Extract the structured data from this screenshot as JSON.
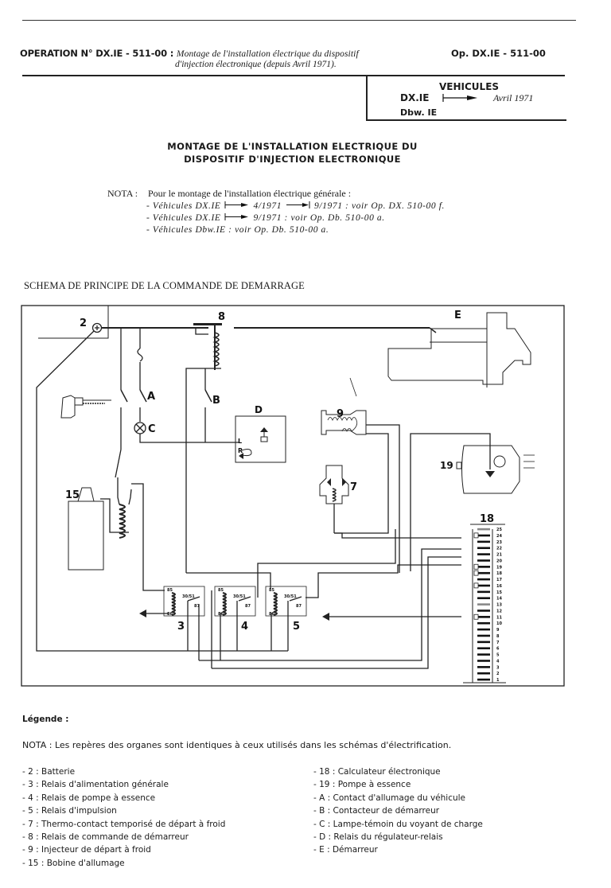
{
  "header": {
    "operation_label": "OPERATION N° DX.IE - 511-00 :",
    "operation_desc_line1": "Montage de l'installation électrique du dispositif",
    "operation_desc_line2": "d'injection électronique (depuis Avril 1971).",
    "op_code": "Op. DX.IE - 511-00"
  },
  "vehicles": {
    "title": "VEHICULES",
    "rows": [
      {
        "model": "DX.IE",
        "date": "Avril 1971"
      },
      {
        "model": "Dbw. IE",
        "date": ""
      }
    ]
  },
  "main_title": {
    "line1": "MONTAGE DE L'INSTALLATION ELECTRIQUE DU",
    "line2": "DISPOSITIF D'INJECTION ELECTRONIQUE"
  },
  "nota_top": {
    "label": "NOTA :",
    "intro": "Pour le montage de l'installation électrique générale :",
    "items": [
      {
        "prefix": "- Véhicules DX.IE",
        "text": "4/1971",
        "text2": "9/1971 : voir Op. DX. 510-00 f."
      },
      {
        "prefix": "- Véhicules DX.IE",
        "text": "9/1971 : voir Op. Db. 510-00 a.",
        "text2": ""
      },
      {
        "prefix": "- Véhicules Dbw.IE : voir Op. Db. 510-00 a.",
        "text": "",
        "text2": ""
      }
    ]
  },
  "schema": {
    "title": "SCHEMA DE PRINCIPE DE LA  COMMANDE DE DEMARRAGE",
    "labels": {
      "battery": "2",
      "starter_relay": "8",
      "starter": "E",
      "ignition_contact": "A",
      "starter_contact": "B",
      "charge_lamp": "C",
      "regulator_relay": "D",
      "cold_start_injector": "9",
      "thermo_contact": "7",
      "fuel_pump": "19",
      "ignition_coil": "15",
      "ecu": "18",
      "relay_main": "3",
      "relay_pump": "4",
      "relay_impulse": "5",
      "reg_L": "L",
      "reg_R": "R",
      "relay_pin_85": "85",
      "relay_pin_86": "86",
      "relay_pin_30": "30/51",
      "relay_pin_87": "87"
    },
    "ecu_pins": [
      "25",
      "24",
      "23",
      "22",
      "21",
      "20",
      "19",
      "18",
      "17",
      "16",
      "15",
      "14",
      "13",
      "12",
      "11",
      "10",
      "9",
      "8",
      "7",
      "6",
      "5",
      "4",
      "3",
      "2",
      "1"
    ],
    "ecu_connected_pins": [
      "24",
      "19",
      "18",
      "16",
      "11"
    ]
  },
  "legend": {
    "title": "Légende :",
    "nota": "NOTA : Les repères des organes sont identiques à ceux utilisés dans les schémas d'électrification.",
    "left": [
      "- 2 : Batterie",
      "- 3 : Relais d'alimentation générale",
      "- 4 : Relais de pompe à essence",
      "- 5 : Relais d'impulsion",
      "- 7 : Thermo-contact temporisé de départ à froid",
      "- 8 : Relais de commande de démarreur",
      "- 9 : Injecteur de départ à froid",
      "- 15 : Bobine d'allumage"
    ],
    "right": [
      "- 18 : Calculateur électronique",
      "- 19 : Pompe à essence",
      "- A  : Contact d'allumage du véhicule",
      "- B  : Contacteur de démarreur",
      "- C  : Lampe-témoin du voyant de charge",
      "- D  : Relais du régulateur-relais",
      "- E  : Démarreur"
    ]
  }
}
